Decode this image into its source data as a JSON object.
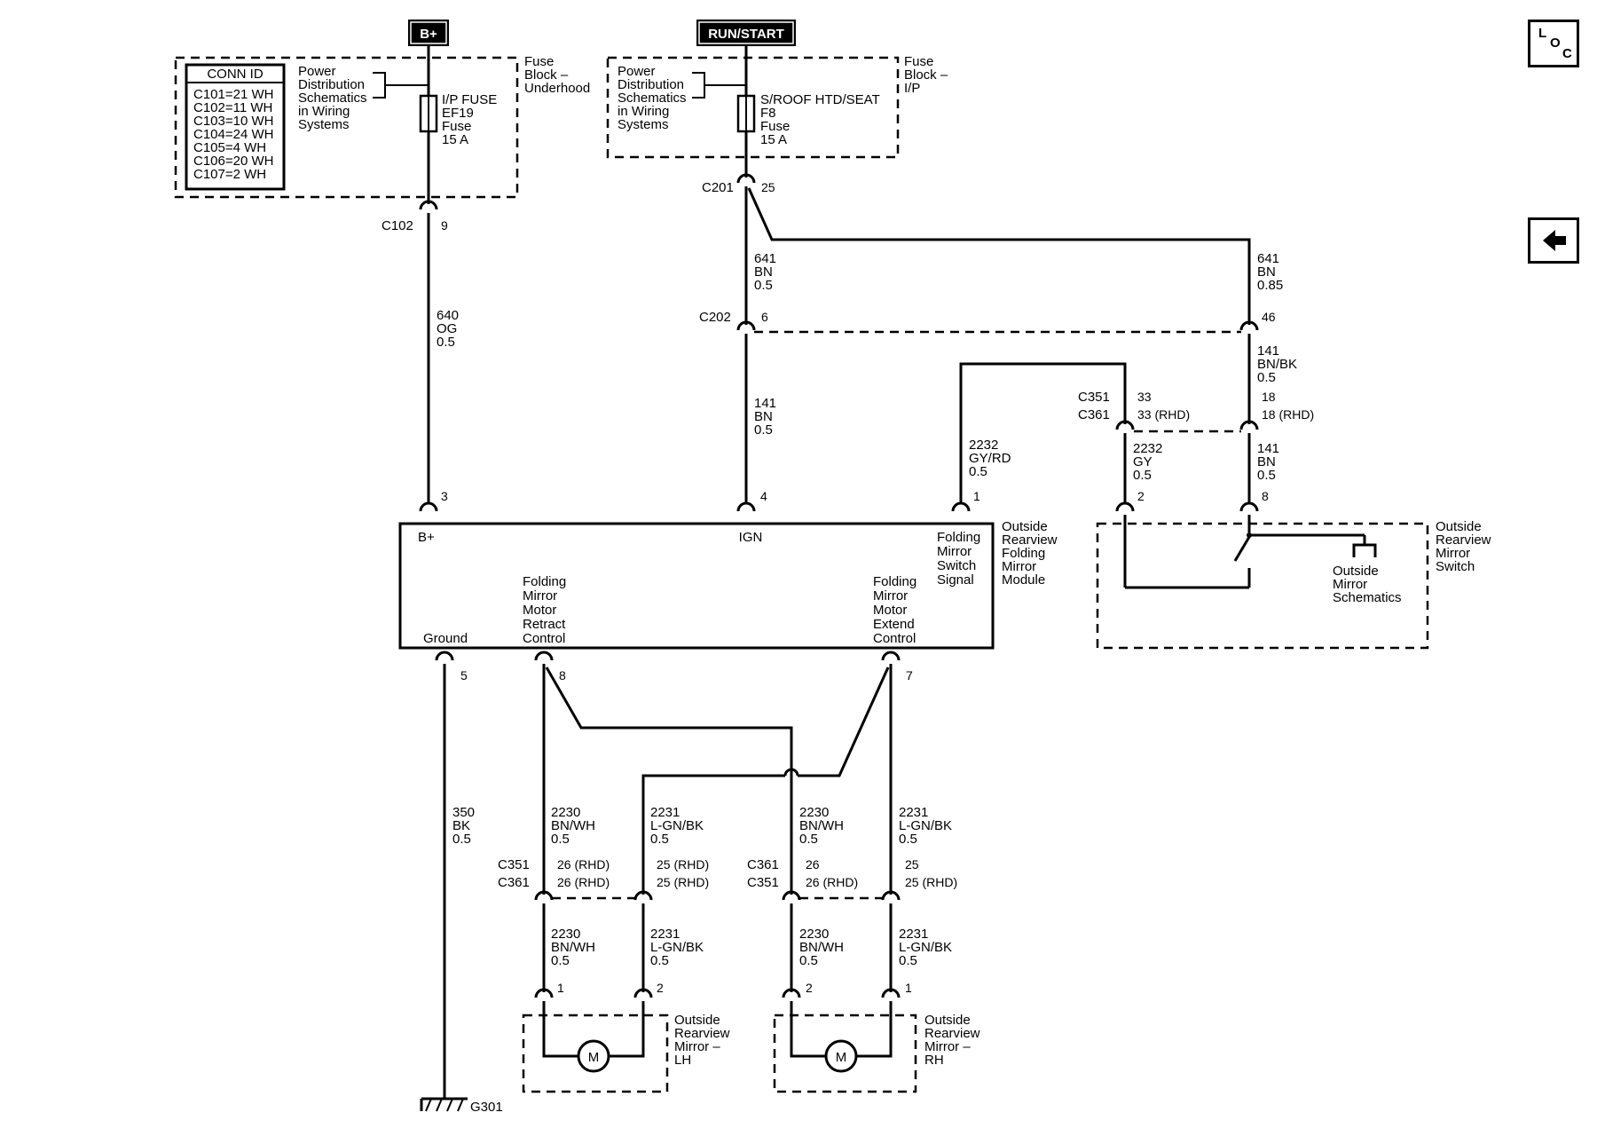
{
  "nav": {
    "loc": {
      "l": "L",
      "o": "O",
      "c": "C"
    },
    "back_icon": "left-arrow-icon"
  },
  "sources": {
    "bplus": "B+",
    "runstart": "RUN/START"
  },
  "conn_table": {
    "title": "CONN ID",
    "rows": [
      "C101=21 WH",
      "C102=11 WH",
      "C103=10 WH",
      "C104=24 WH",
      "C105=4 WH",
      "C106=20 WH",
      "C107=2 WH"
    ]
  },
  "fuse_under": {
    "ref": [
      "Power",
      "Distribution",
      "Schematics",
      "in Wiring",
      "Systems"
    ],
    "fuse": [
      "I/P FUSE",
      "EF19",
      "Fuse",
      "15 A"
    ],
    "block": [
      "Fuse",
      "Block –",
      "Underhood"
    ]
  },
  "fuse_ip": {
    "ref": [
      "Power",
      "Distribution",
      "Schematics",
      "in Wiring",
      "Systems"
    ],
    "fuse": [
      "S/ROOF HTD/SEAT",
      "F8",
      "Fuse",
      "15 A"
    ],
    "block": [
      "Fuse",
      "Block –",
      "I/P"
    ]
  },
  "connectors": {
    "c102": "C102",
    "c102_pin": "9",
    "c201": "C201",
    "c201_pin": "25",
    "c202": "C202",
    "c202_pin6": "6",
    "c202_pin46": "46",
    "c351_top": "C351",
    "c361_top": "C361",
    "pin33": "33",
    "pin33rhd": "33 (RHD)",
    "pin18": "18",
    "pin18rhd": "18 (RHD)",
    "lh_c351": "C351",
    "lh_c361": "C361",
    "lh_26": "26 (RHD)",
    "lh_26b": "26 (RHD)",
    "lh_25": "25 (RHD)",
    "lh_25b": "25 (RHD)",
    "rh_c361": "C361",
    "rh_c351": "C351",
    "rh_26": "26",
    "rh_26rhd": "26 (RHD)",
    "rh_25": "25",
    "rh_25rhd": "25 (RHD)",
    "g301": "G301"
  },
  "wires": {
    "w640": [
      "640",
      "OG",
      "0.5"
    ],
    "w641a": [
      "641",
      "BN",
      "0.5"
    ],
    "w641b": [
      "641",
      "BN",
      "0.85"
    ],
    "w141a": [
      "141",
      "BN",
      "0.5"
    ],
    "w141b": [
      "141",
      "BN/BK",
      "0.5"
    ],
    "w141c": [
      "141",
      "BN",
      "0.5"
    ],
    "w2232a": [
      "2232",
      "GY/RD",
      "0.5"
    ],
    "w2232b": [
      "2232",
      "GY",
      "0.5"
    ],
    "w350": [
      "350",
      "BK",
      "0.5"
    ],
    "w2230a": [
      "2230",
      "BN/WH",
      "0.5"
    ],
    "w2231a": [
      "2231",
      "L-GN/BK",
      "0.5"
    ],
    "w2230b": [
      "2230",
      "BN/WH",
      "0.5"
    ],
    "w2231b": [
      "2231",
      "L-GN/BK",
      "0.5"
    ],
    "w2230c": [
      "2230",
      "BN/WH",
      "0.5"
    ],
    "w2231c": [
      "2231",
      "L-GN/BK",
      "0.5"
    ],
    "w2230d": [
      "2230",
      "BN/WH",
      "0.5"
    ],
    "w2231d": [
      "2231",
      "L-GN/BK",
      "0.5"
    ]
  },
  "module": {
    "pins": {
      "p3": "3",
      "p4": "4",
      "p1": "1",
      "p5": "5",
      "p8": "8",
      "p7": "7"
    },
    "bplus": "B+",
    "ign": "IGN",
    "ground": "Ground",
    "switch_signal": [
      "Folding",
      "Mirror",
      "Switch",
      "Signal"
    ],
    "retract": [
      "Folding",
      "Mirror",
      "Motor",
      "Retract",
      "Control"
    ],
    "extend": [
      "Folding",
      "Mirror",
      "Motor",
      "Extend",
      "Control"
    ],
    "name": [
      "Outside",
      "Rearview",
      "Folding",
      "Mirror",
      "Module"
    ]
  },
  "switch": {
    "pin2": "2",
    "pin8": "8",
    "ref": [
      "Outside",
      "Mirror",
      "Schematics"
    ],
    "name": [
      "Outside",
      "Rearview",
      "Mirror",
      "Switch"
    ]
  },
  "mirror_lh": {
    "pin1": "1",
    "pin2": "2",
    "motor": "M",
    "name": [
      "Outside",
      "Rearview",
      "Mirror –",
      "LH"
    ]
  },
  "mirror_rh": {
    "pin2": "2",
    "pin1": "1",
    "motor": "M",
    "name": [
      "Outside",
      "Rearview",
      "Mirror –",
      "RH"
    ]
  }
}
